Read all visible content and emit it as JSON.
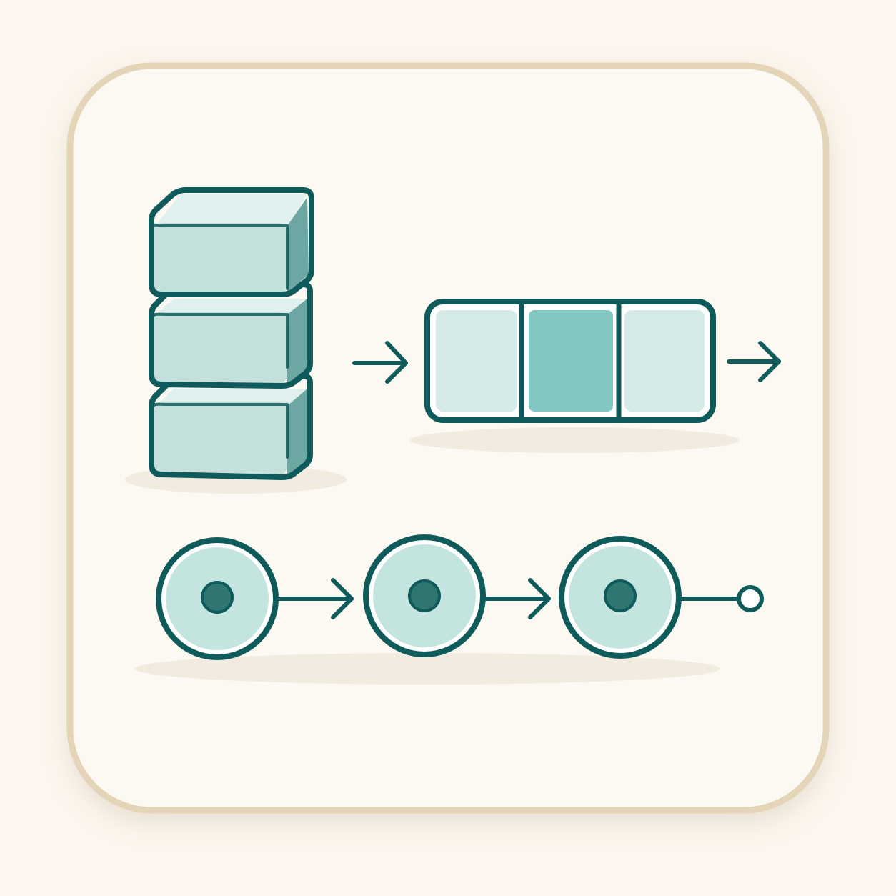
{
  "palette": {
    "page_background": "#fcf6ee",
    "card_fill": "#fcf8f2",
    "card_border": "#e4d5b8",
    "outline": "#0f5a5a",
    "block_front": "#c3e0dc",
    "block_top": "#e0f0ee",
    "block_side": "#6da7a3",
    "cell_light": "#d6ebe7",
    "cell_highlight": "#82c7c1",
    "node_fill": "#c4e4e0",
    "node_core": "#2f7570",
    "ground_shadow": "#f1ebe0"
  },
  "stack": {
    "block_count": 3,
    "icon": "stacked-blocks-icon"
  },
  "queue": {
    "cells": [
      "light",
      "highlight",
      "light"
    ],
    "icon": "queue-bar-icon"
  },
  "linked_list": {
    "node_count": 3,
    "terminator": "null-end",
    "icon": "linked-nodes-icon"
  },
  "arrows": [
    "stack-to-queue",
    "queue-out",
    "node-1-to-node-2",
    "node-2-to-node-3"
  ]
}
